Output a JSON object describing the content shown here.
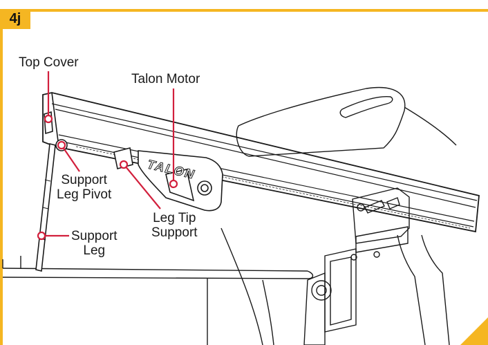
{
  "figure": {
    "step": "4j",
    "accent_color": "#f5b622",
    "leader_color": "#d21f3c",
    "nameplate": "TALON",
    "callouts": {
      "top_cover": "Top Cover",
      "talon_motor": "Talon Motor",
      "support_leg_pivot": [
        "Support",
        "Leg Pivot"
      ],
      "support_leg": [
        "Support",
        "Leg"
      ],
      "leg_tip_support": [
        "Leg Tip",
        "Support"
      ]
    }
  }
}
